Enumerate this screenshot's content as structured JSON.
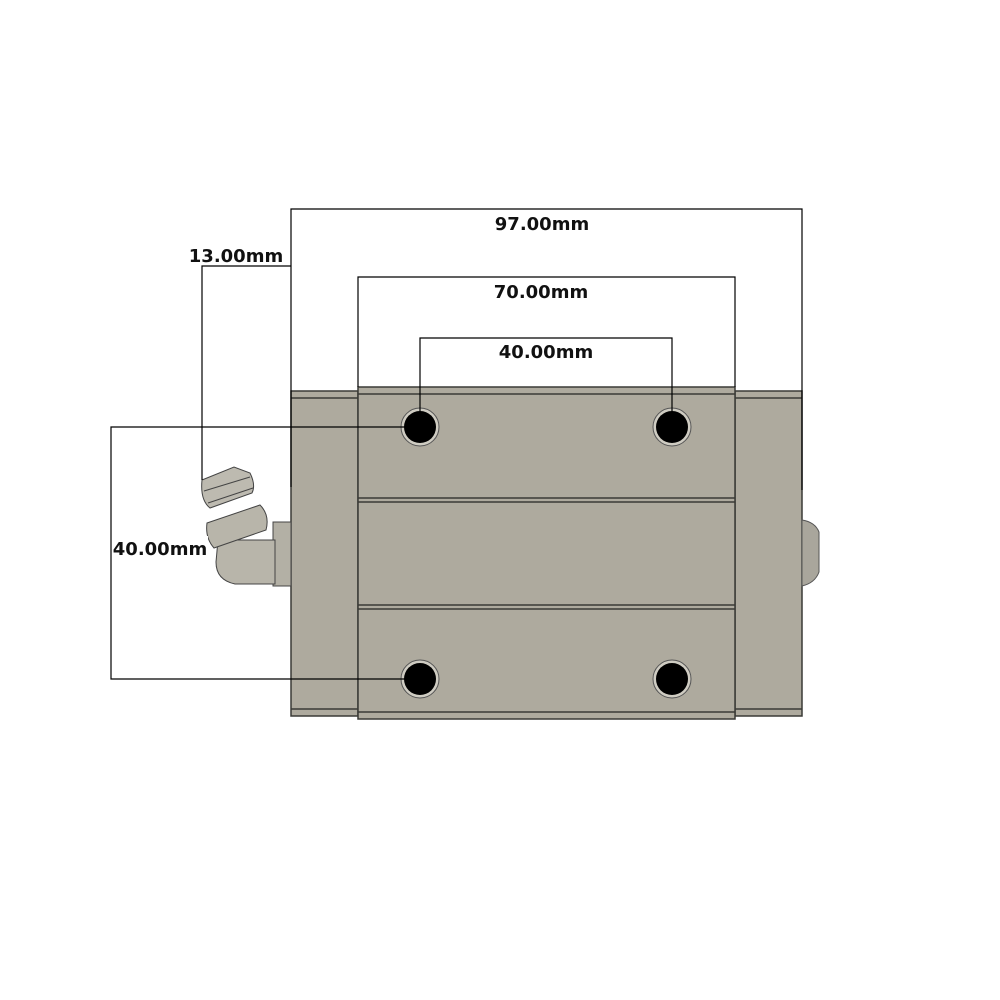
{
  "dimensions": {
    "overall_width": "97.00mm",
    "block_width": "70.00mm",
    "hole_spacing_horizontal": "40.00mm",
    "hole_spacing_vertical": "40.00mm",
    "nipple_offset": "13.00mm"
  },
  "colors": {
    "body": "#aeaa9e",
    "edge": "#3a3a36",
    "hole": "#000000"
  }
}
